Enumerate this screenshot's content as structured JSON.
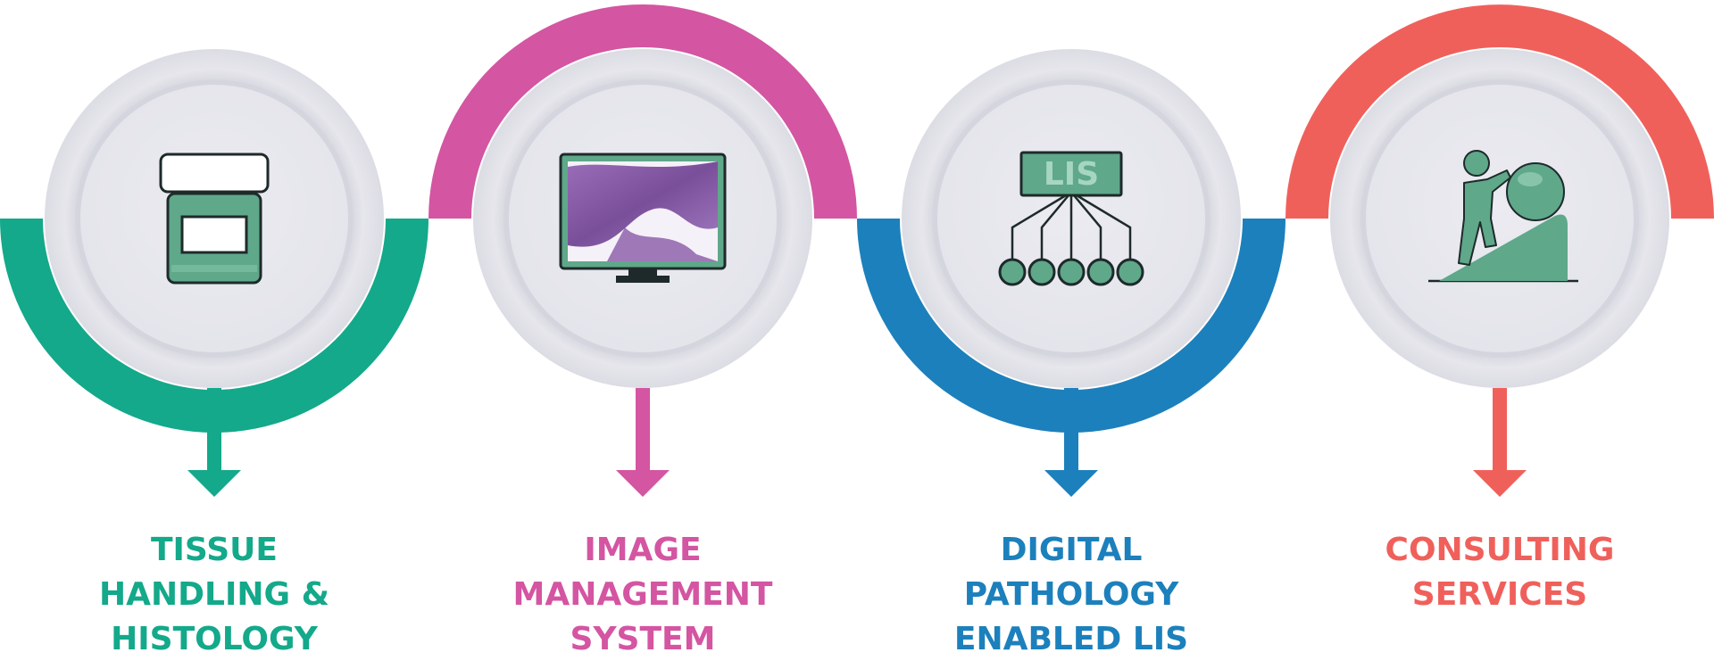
{
  "steps": [
    {
      "id": "tissue",
      "lines": [
        "TISSUE",
        "HANDLING &",
        "HISTOLOGY"
      ],
      "color": "#13a98a",
      "arc": "bottom",
      "icon": "specimen-jar-icon"
    },
    {
      "id": "image",
      "lines": [
        "IMAGE",
        "MANAGEMENT",
        "SYSTEM"
      ],
      "color": "#d455a2",
      "arc": "top",
      "icon": "slide-monitor-icon"
    },
    {
      "id": "lis",
      "lines": [
        "DIGITAL",
        "PATHOLOGY",
        "ENABLED LIS"
      ],
      "color": "#1c80bc",
      "arc": "bottom",
      "icon": "lis-network-icon",
      "icon_text": "LIS"
    },
    {
      "id": "consulting",
      "lines": [
        "CONSULTING",
        "SERVICES"
      ],
      "color": "#f0605b",
      "arc": "top",
      "icon": "person-pushing-boulder-icon"
    }
  ],
  "palette": {
    "icon_fill": "#5fa88a",
    "icon_stroke": "#1e2a2a",
    "disc_outer": "#e3e3ea",
    "disc_inner": "#e9e9ef",
    "tissue_purple": "#8a5aa8"
  }
}
